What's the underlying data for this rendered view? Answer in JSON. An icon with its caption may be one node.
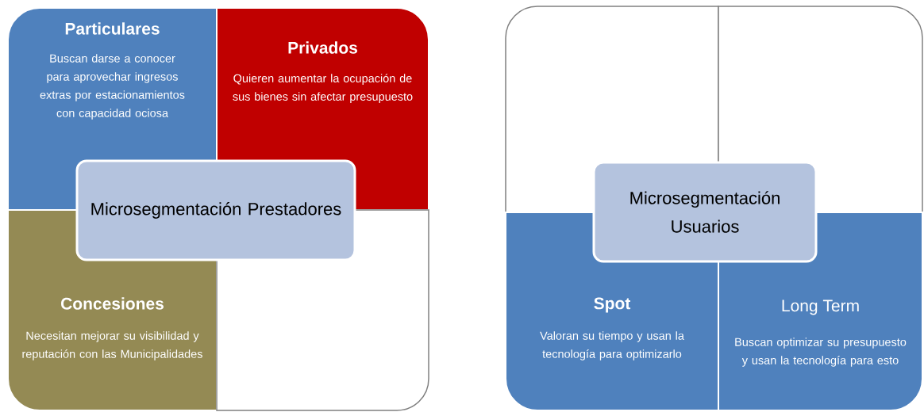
{
  "diagram": {
    "nodes": [
      {
        "text": [
          "Particulares",
          "Buscan darse a conocer para aprovechar ingresos extras por estacionamientos con capacidad ociosa"
        ]
      },
      {
        "text": [
          "Privados",
          "Quieren aumentar la ocupación de sus bienes sin afectar presupuesto"
        ]
      },
      {
        "text": [
          "Microsegmentación Prestadores"
        ]
      },
      {
        "text": [
          "Concesiones",
          "Necesitan mejorar su visibilidad y reputación con las Municipalidades"
        ]
      },
      {
        "text": [],
        "shape": "box"
      },
      {
        "text": [],
        "shape": "box"
      },
      {
        "text": [],
        "shape": "box"
      },
      {
        "text": [
          "Microsegmentación Usuarios"
        ]
      },
      {
        "text": [
          "Spot",
          "Valoran su tiempo y usan la tecnología para optimizarlo"
        ]
      },
      {
        "text": [
          "Long Term",
          "Buscan optimizar su presupuesto y usan la tecnología para esto"
        ]
      }
    ]
  }
}
